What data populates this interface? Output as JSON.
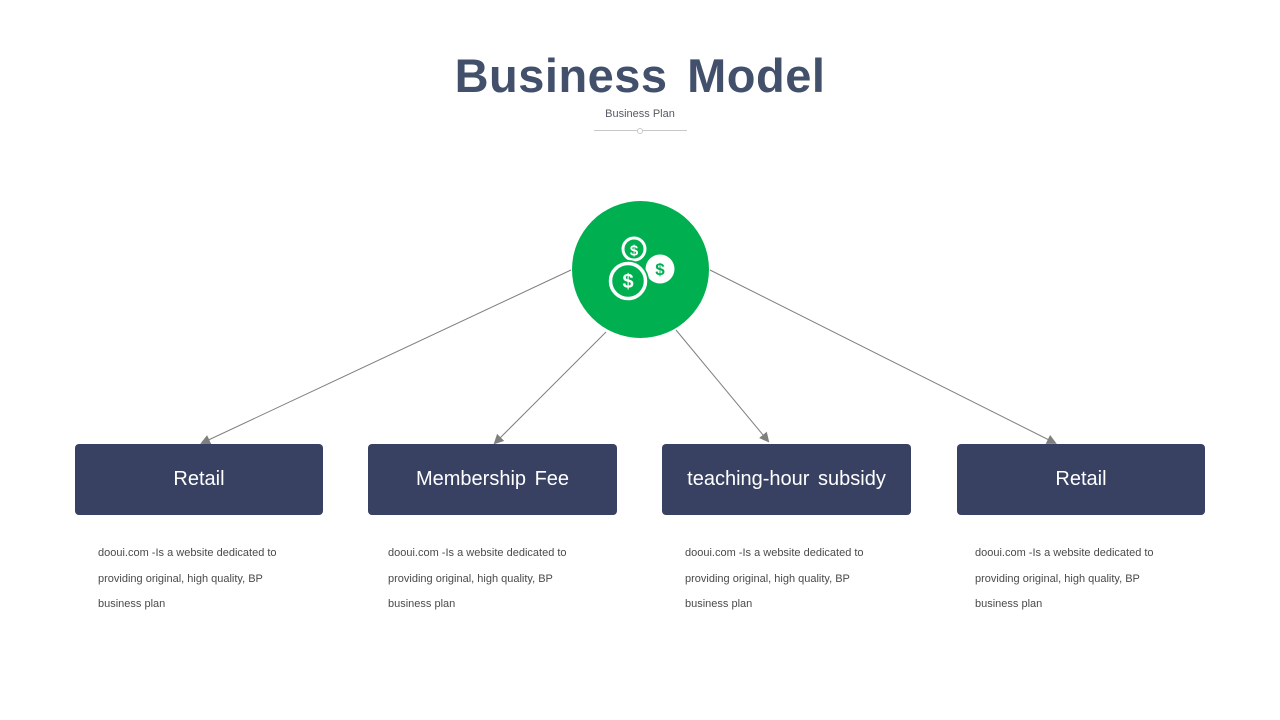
{
  "title": "Business  Model",
  "subtitle": "Business Plan",
  "hub": {
    "icon": "dollar-coins-icon",
    "color": "#00b050"
  },
  "colors": {
    "title": "#42506b",
    "box": "#394163",
    "connector": "#7f7f7f"
  },
  "items": [
    {
      "label": "Retail",
      "description": [
        "dooui.com -Is a website dedicated to",
        "providing original, high quality, BP",
        "business plan"
      ]
    },
    {
      "label": "Membership  Fee",
      "description": [
        "dooui.com -Is a website dedicated to",
        "providing original, high quality, BP",
        "business plan"
      ]
    },
    {
      "label": "teaching-hour  subsidy",
      "description": [
        "dooui.com -Is a website dedicated to",
        "providing original, high quality, BP",
        "business plan"
      ]
    },
    {
      "label": "Retail",
      "description": [
        "dooui.com -Is a website dedicated to",
        "providing original, high quality, BP",
        "business plan"
      ]
    }
  ]
}
